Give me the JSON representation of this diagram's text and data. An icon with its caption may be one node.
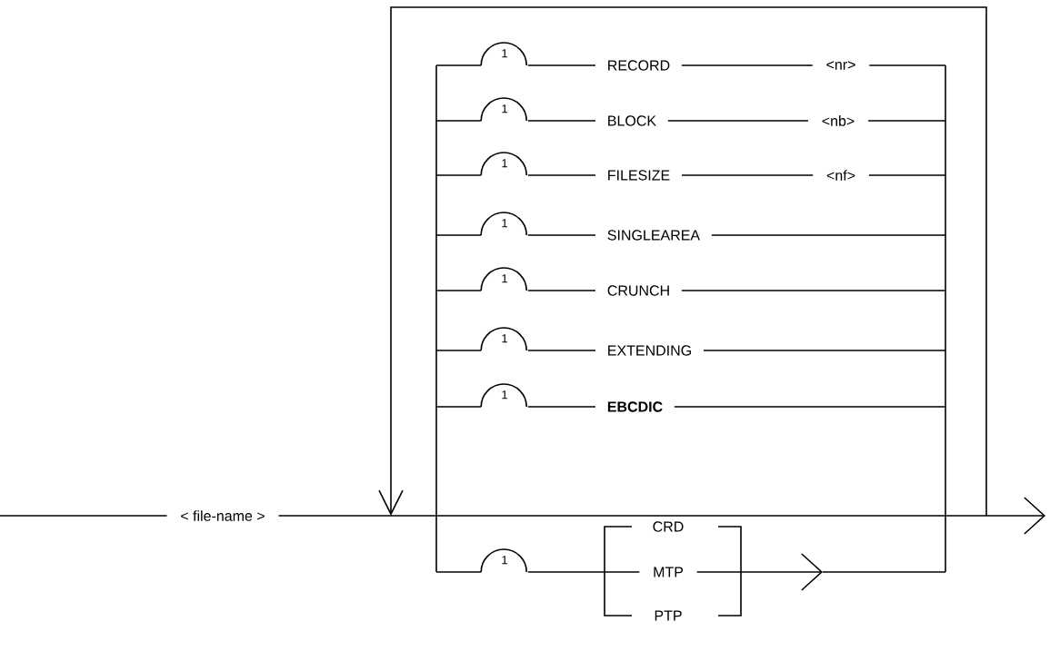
{
  "diagram": {
    "nodes": [
      {
        "text": [
          "< file-name >"
        ]
      },
      {
        "text": [
          "1"
        ]
      },
      {
        "text": [
          "RECORD"
        ]
      },
      {
        "text": [
          "<nr>"
        ]
      },
      {
        "text": [
          "1"
        ]
      },
      {
        "text": [
          "BLOCK"
        ]
      },
      {
        "text": [
          "<nb>"
        ]
      },
      {
        "text": [
          "1"
        ]
      },
      {
        "text": [
          "FILESIZE"
        ]
      },
      {
        "text": [
          "<nf>"
        ]
      },
      {
        "text": [
          "1"
        ]
      },
      {
        "text": [
          "SINGLEAREA"
        ]
      },
      {
        "text": [
          "1"
        ]
      },
      {
        "text": [
          "CRUNCH"
        ]
      },
      {
        "text": [
          "1"
        ]
      },
      {
        "text": [
          "EXTENDING"
        ]
      },
      {
        "text": [
          "1"
        ]
      },
      {
        "text": [
          "EBCDIC"
        ]
      },
      {
        "text": [
          "1"
        ]
      },
      {
        "text": [
          "CRD"
        ]
      },
      {
        "text": [
          "MTP"
        ]
      },
      {
        "text": [
          "PTP"
        ]
      }
    ],
    "edges": [
      {
        "from": null,
        "to": 0,
        "arrow": "none"
      },
      {
        "from": 0,
        "to": null,
        "arrow": "to"
      },
      {
        "from": null,
        "to": 1,
        "arrow": "none"
      },
      {
        "from": 1,
        "to": 2,
        "arrow": "none"
      },
      {
        "from": 2,
        "to": 3,
        "arrow": "none"
      },
      {
        "from": 3,
        "to": null,
        "arrow": "none"
      },
      {
        "from": null,
        "to": 4,
        "arrow": "none"
      },
      {
        "from": 4,
        "to": 5,
        "arrow": "none"
      },
      {
        "from": 5,
        "to": 6,
        "arrow": "none"
      },
      {
        "from": 6,
        "to": null,
        "arrow": "none"
      },
      {
        "from": null,
        "to": 7,
        "arrow": "none"
      },
      {
        "from": 7,
        "to": 8,
        "arrow": "none"
      },
      {
        "from": 8,
        "to": 9,
        "arrow": "none"
      },
      {
        "from": 9,
        "to": null,
        "arrow": "none"
      },
      {
        "from": null,
        "to": 10,
        "arrow": "none"
      },
      {
        "from": 10,
        "to": 11,
        "arrow": "none"
      },
      {
        "from": 11,
        "to": null,
        "arrow": "none"
      },
      {
        "from": null,
        "to": 12,
        "arrow": "none"
      },
      {
        "from": 12,
        "to": 13,
        "arrow": "none"
      },
      {
        "from": 13,
        "to": null,
        "arrow": "none"
      },
      {
        "from": null,
        "to": 14,
        "arrow": "none"
      },
      {
        "from": 14,
        "to": 15,
        "arrow": "none"
      },
      {
        "from": 15,
        "to": null,
        "arrow": "none"
      },
      {
        "from": null,
        "to": 16,
        "arrow": "none"
      },
      {
        "from": 16,
        "to": 17,
        "arrow": "none"
      },
      {
        "from": 17,
        "to": null,
        "arrow": "none"
      },
      {
        "from": null,
        "to": 18,
        "arrow": "none"
      },
      {
        "from": 18,
        "to": 20,
        "arrow": "none"
      },
      {
        "from": 20,
        "to": null,
        "arrow": "to"
      }
    ]
  }
}
